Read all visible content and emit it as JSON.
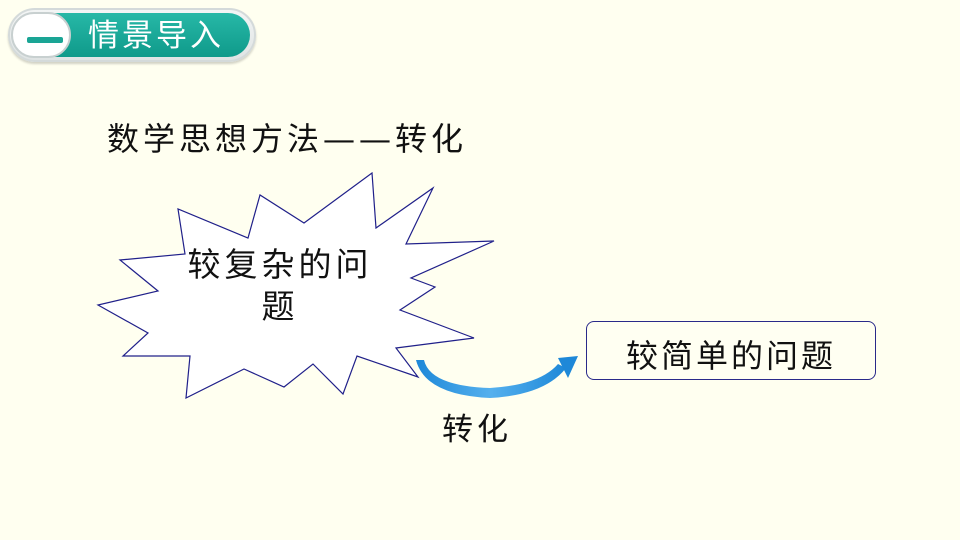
{
  "header": {
    "title": "情景导入",
    "badge_icon": "dash-number-icon",
    "accent_color": "#1aa595"
  },
  "main": {
    "subtitle": "数学思想方法——转化",
    "complex_problem": "较复杂的问题",
    "simple_problem": "较简单的问题",
    "transform_label": "转化"
  },
  "colors": {
    "background": "#fffff0",
    "burst_stroke": "#20208a",
    "arrow_blue": "#1e88d8"
  }
}
